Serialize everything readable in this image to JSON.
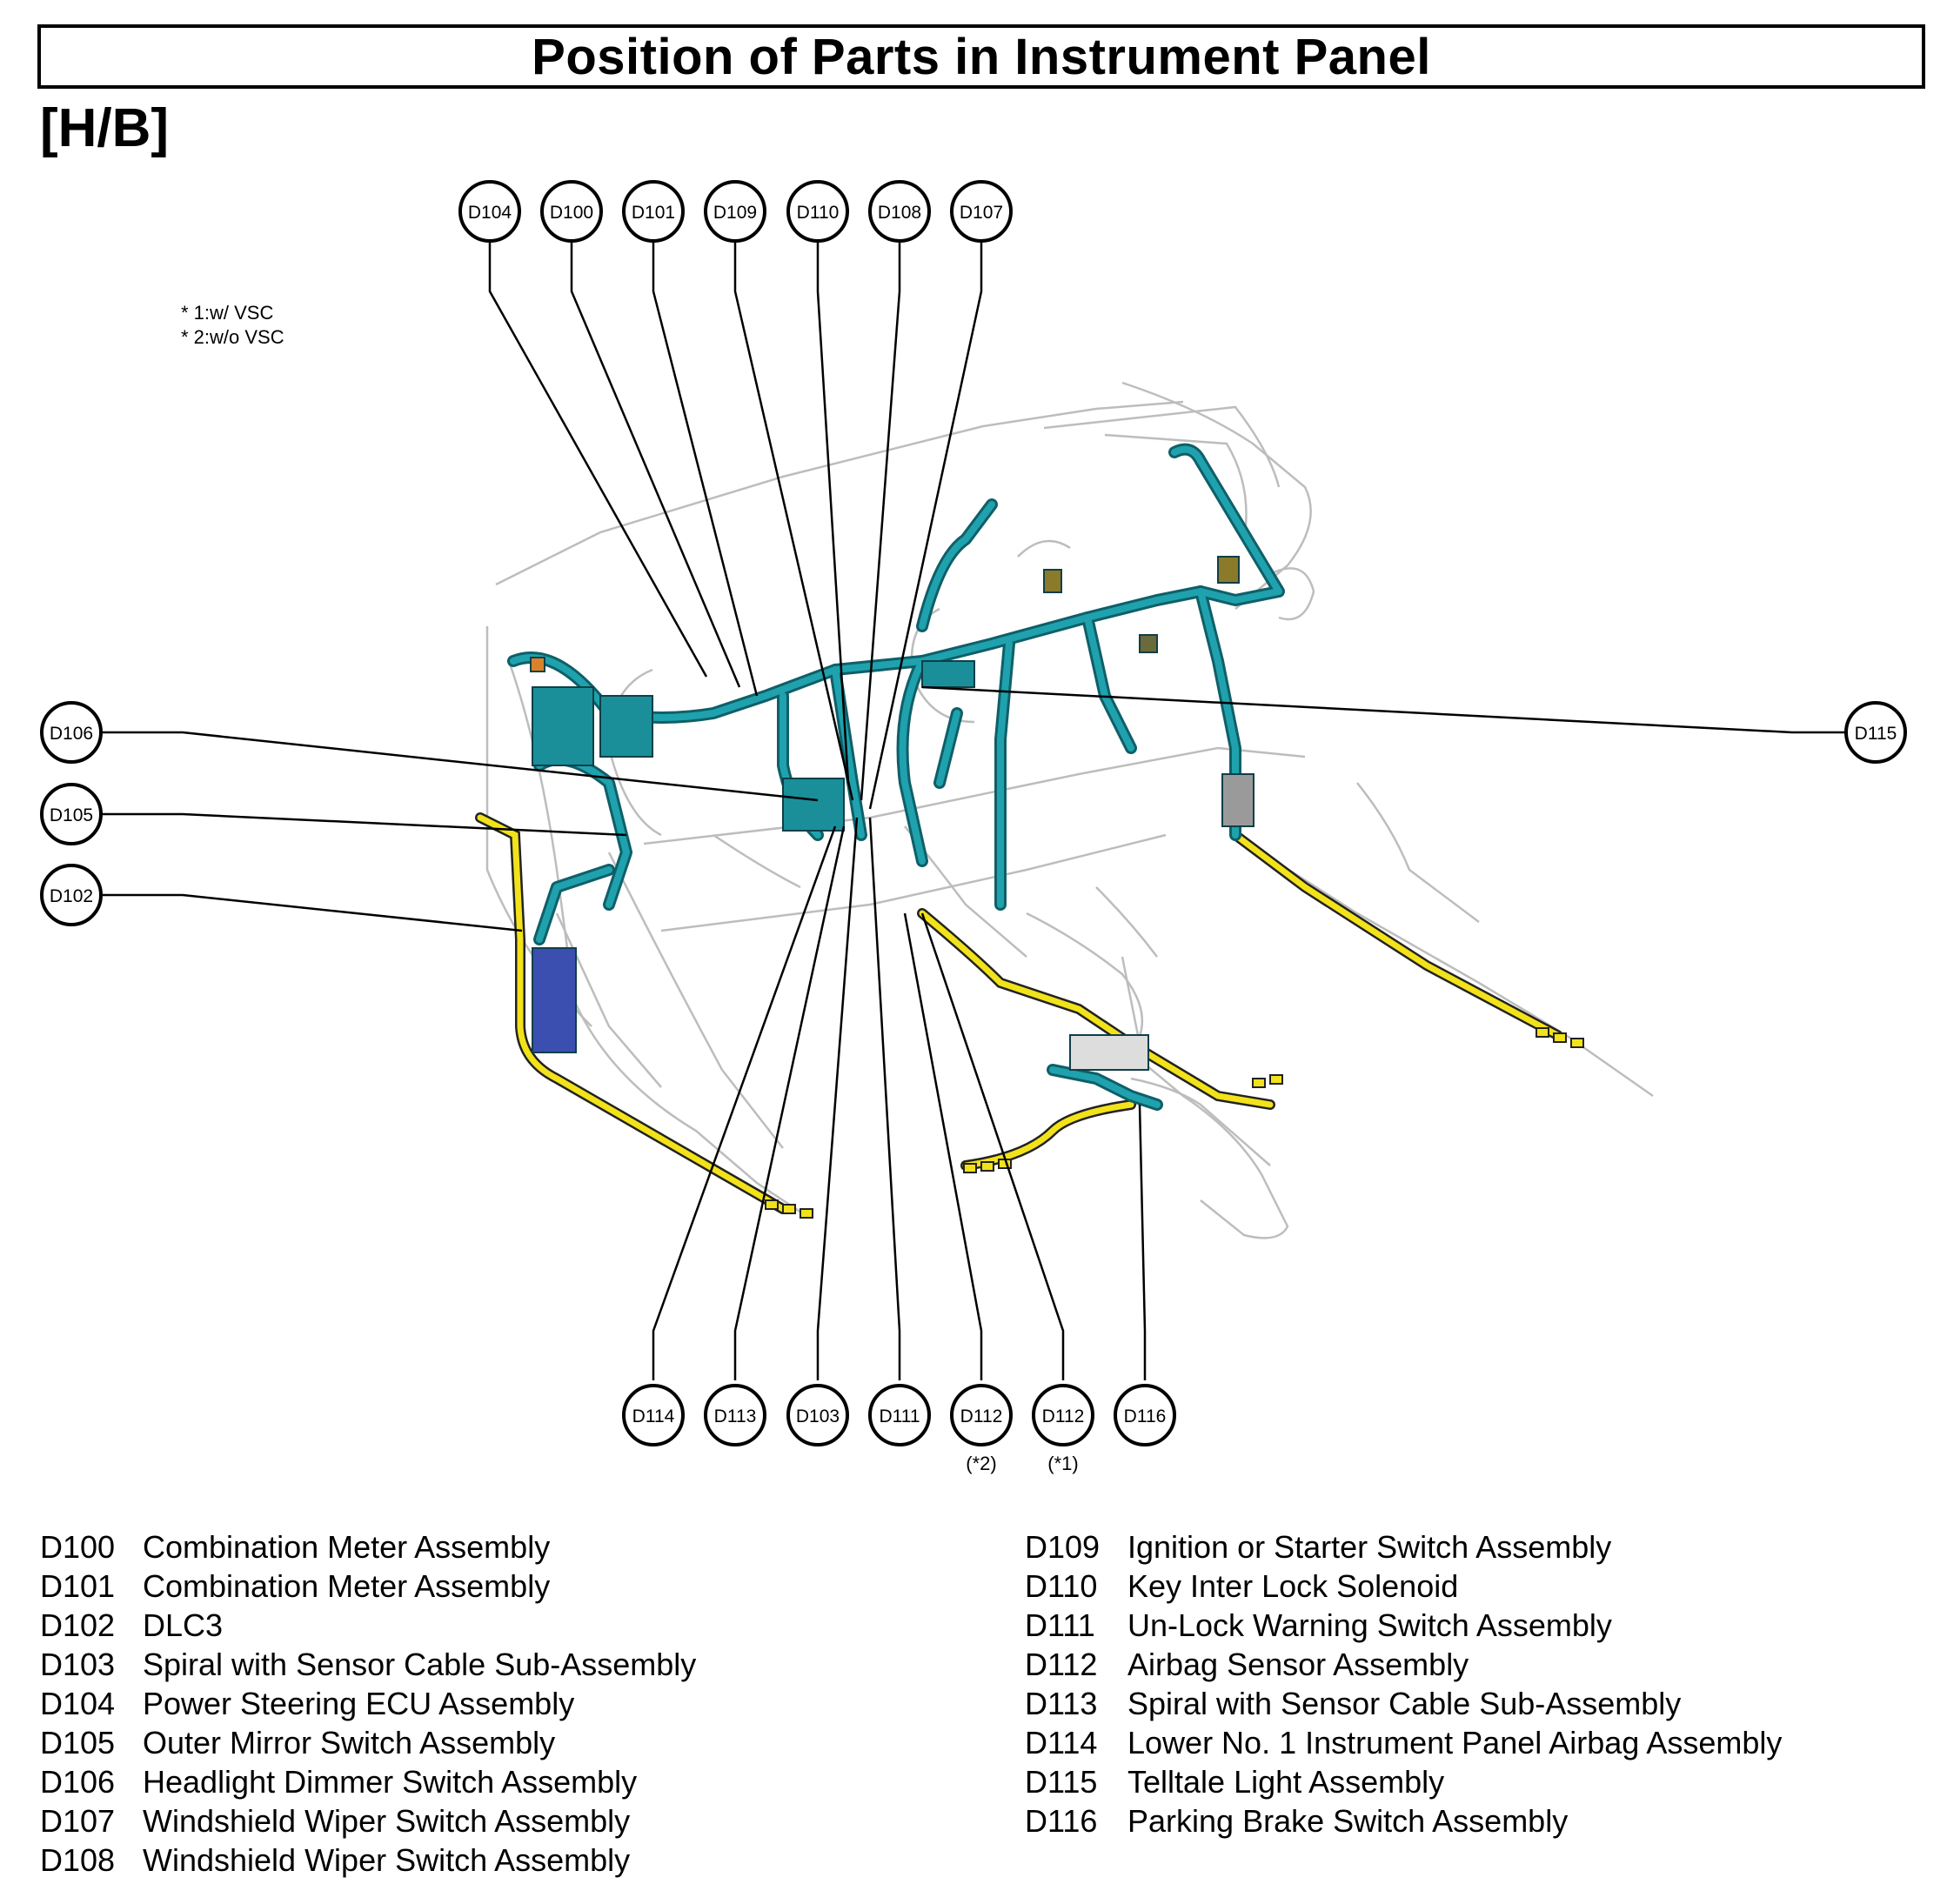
{
  "title": "Position of Parts in Instrument Panel",
  "subtitle": "[H/B]",
  "notes": [
    "* 1:w/ VSC",
    "* 2:w/o VSC"
  ],
  "callouts_top": [
    "D104",
    "D100",
    "D101",
    "D109",
    "D110",
    "D108",
    "D107"
  ],
  "callouts_left": [
    "D106",
    "D105",
    "D102"
  ],
  "callouts_right": [
    "D115"
  ],
  "callouts_bottom": [
    {
      "code": "D114",
      "note": ""
    },
    {
      "code": "D113",
      "note": ""
    },
    {
      "code": "D103",
      "note": ""
    },
    {
      "code": "D111",
      "note": ""
    },
    {
      "code": "D112",
      "note": "(*2)"
    },
    {
      "code": "D112",
      "note": "(*1)"
    },
    {
      "code": "D116",
      "note": ""
    }
  ],
  "legend_left": [
    {
      "code": "D100",
      "name": "Combination Meter Assembly"
    },
    {
      "code": "D101",
      "name": "Combination Meter Assembly"
    },
    {
      "code": "D102",
      "name": "DLC3"
    },
    {
      "code": "D103",
      "name": "Spiral with Sensor Cable Sub-Assembly"
    },
    {
      "code": "D104",
      "name": "Power Steering ECU Assembly"
    },
    {
      "code": "D105",
      "name": "Outer Mirror Switch Assembly"
    },
    {
      "code": "D106",
      "name": "Headlight Dimmer Switch Assembly"
    },
    {
      "code": "D107",
      "name": "Windshield Wiper Switch Assembly"
    },
    {
      "code": "D108",
      "name": "Windshield Wiper Switch Assembly"
    }
  ],
  "legend_right": [
    {
      "code": "D109",
      "name": "Ignition or Starter Switch Assembly"
    },
    {
      "code": "D110",
      "name": "Key Inter Lock Solenoid"
    },
    {
      "code": "D111",
      "name": "Un-Lock Warning Switch Assembly"
    },
    {
      "code": "D112",
      "name": "Airbag Sensor Assembly"
    },
    {
      "code": "D113",
      "name": "Spiral with Sensor Cable Sub-Assembly"
    },
    {
      "code": "D114",
      "name": "Lower No. 1 Instrument Panel Airbag Assembly"
    },
    {
      "code": "D115",
      "name": "Telltale Light Assembly"
    },
    {
      "code": "D116",
      "name": "Parking Brake Switch Assembly"
    }
  ],
  "colors": {
    "harness": "#1a8f9a",
    "harness_dark": "#0f5f68",
    "sub_harness": "#f2e21a",
    "outline": "#bdbdbd",
    "connector_blue": "#3a4fb0"
  }
}
